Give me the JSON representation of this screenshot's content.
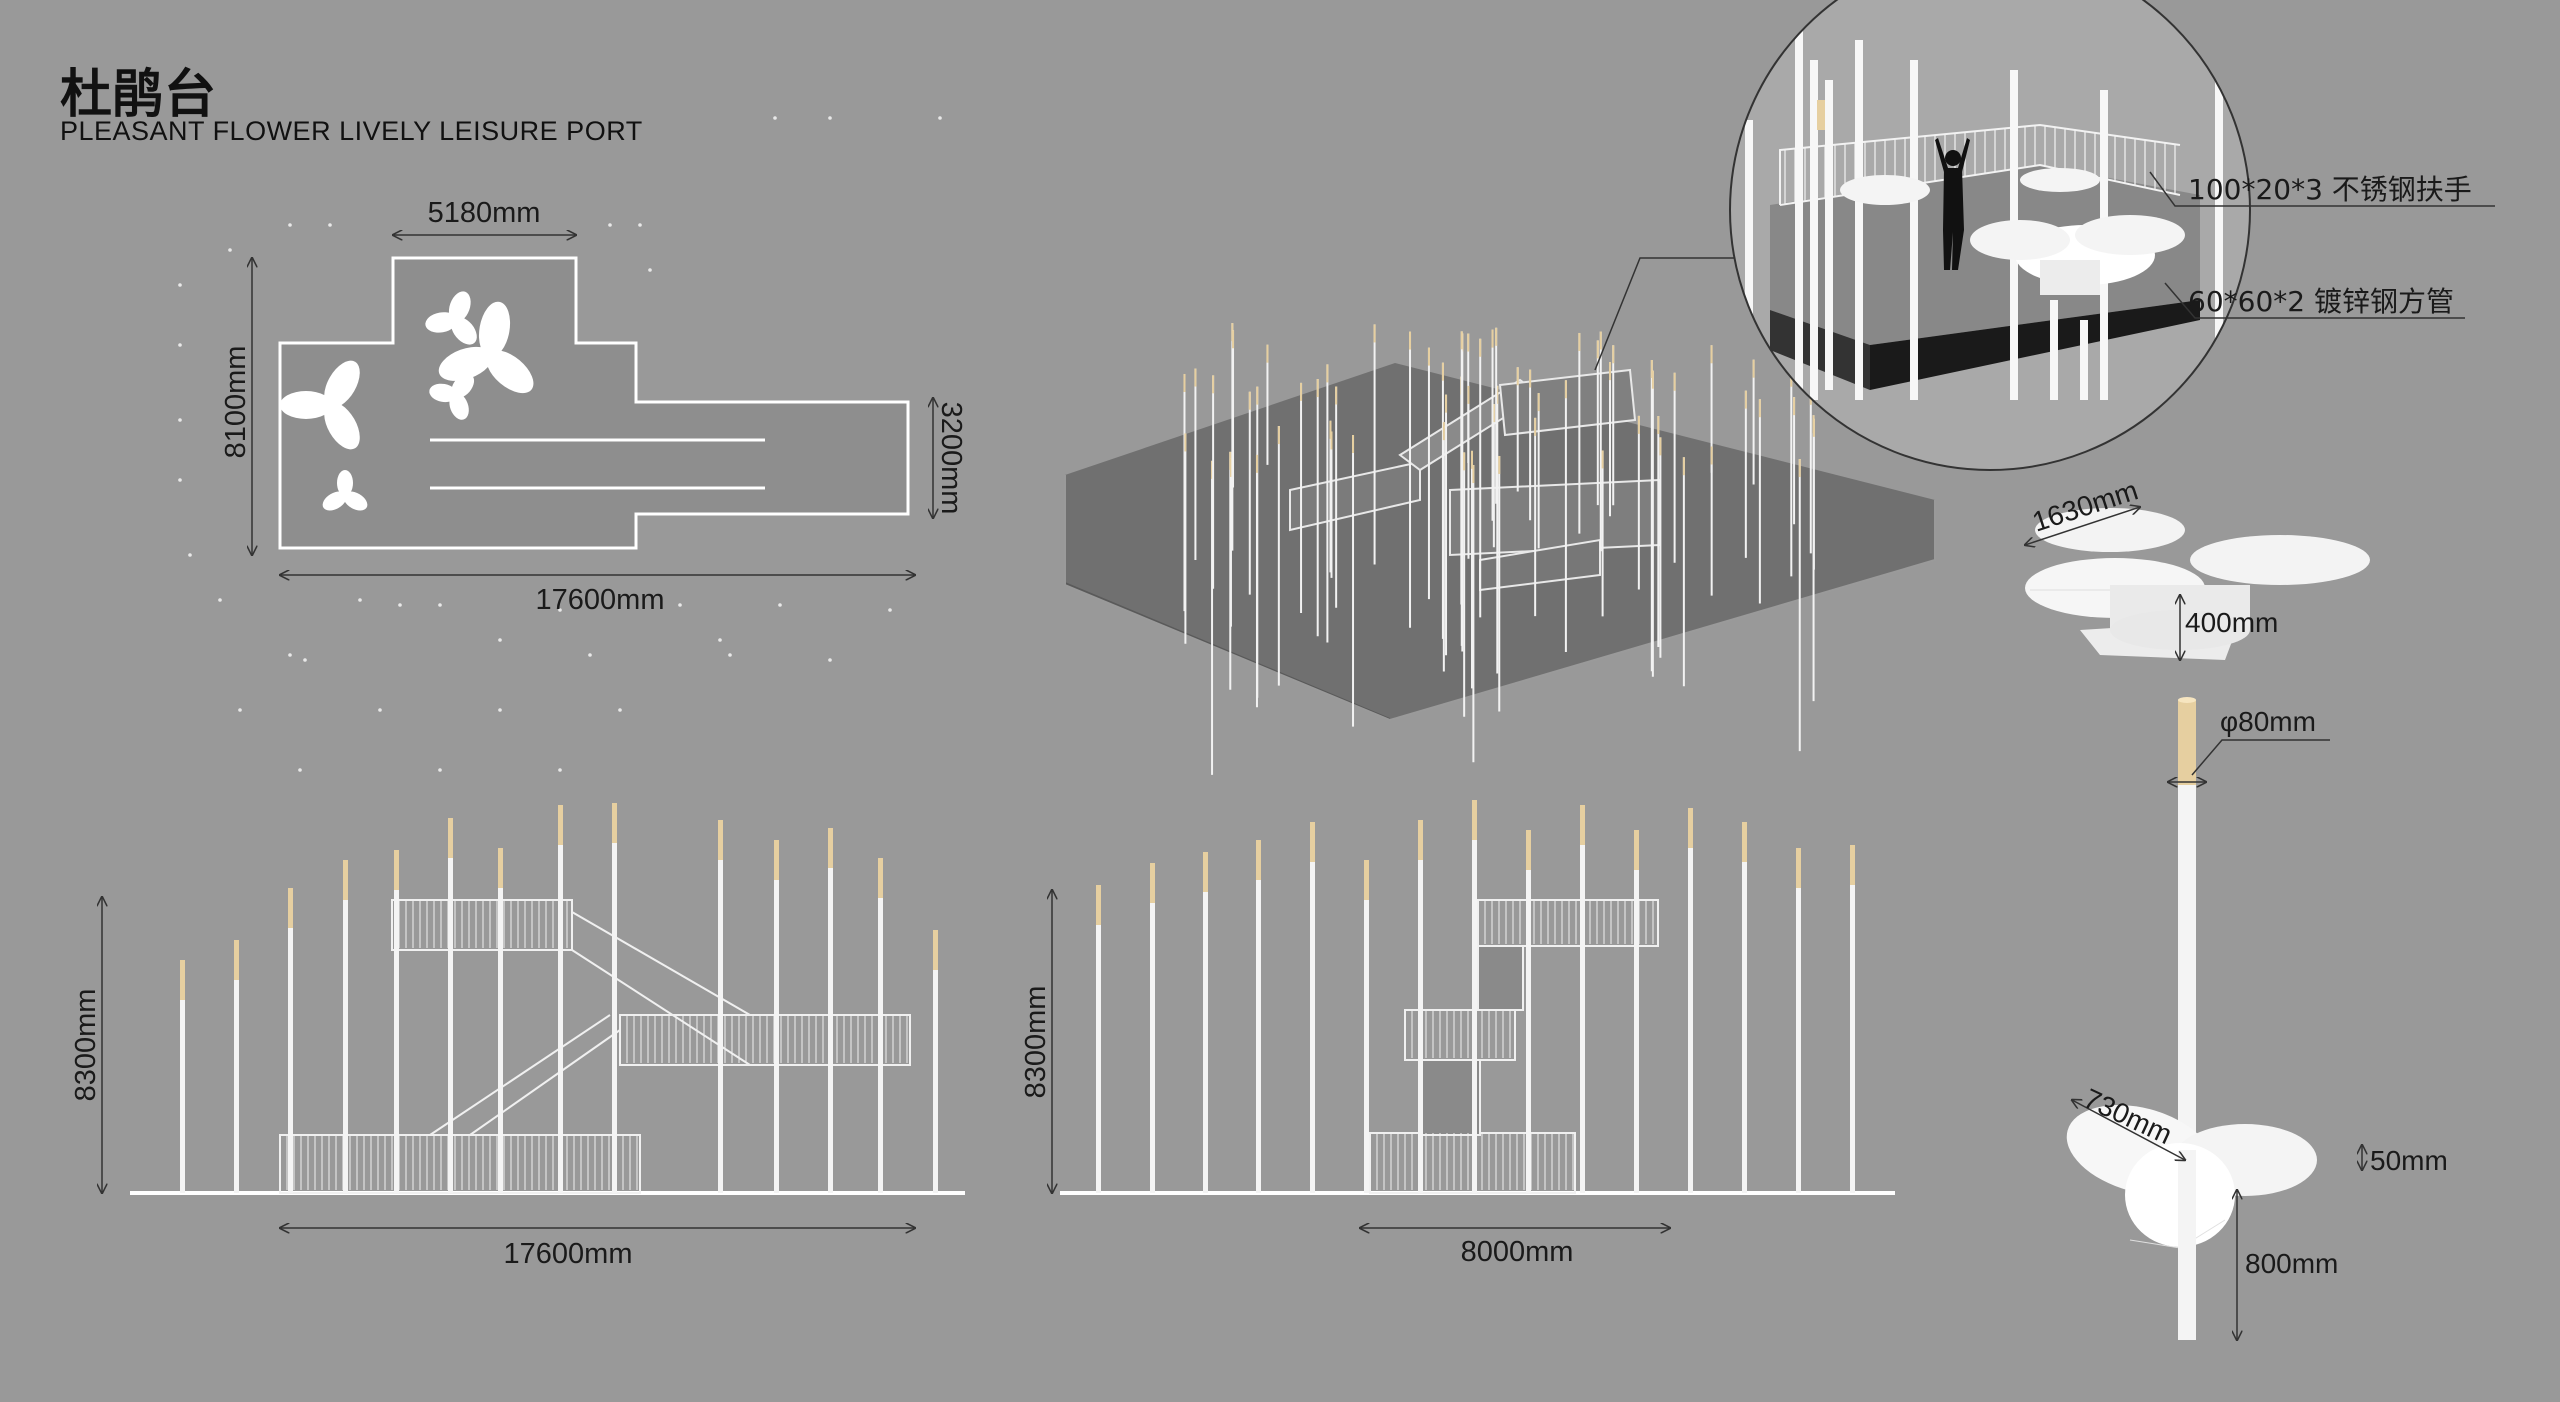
{
  "title": {
    "cn": "杜鹃台",
    "en": "PLEASANT FLOWER LIVELY LEISURE PORT"
  },
  "plan": {
    "dim_top": "5180mm",
    "dim_left": "8100mm",
    "dim_right": "3200mm",
    "dim_bottom": "17600mm"
  },
  "detail": {
    "handrail": "100*20*3 不锈钢扶手",
    "tube": "60*60*2 镀锌钢方管"
  },
  "table": {
    "width": "1630mm",
    "height": "400mm"
  },
  "elevation_front": {
    "height": "8300mm",
    "width": "17600mm"
  },
  "elevation_side": {
    "height": "8300mm",
    "width": "8000mm"
  },
  "pole": {
    "diameter": "φ80mm",
    "seat_width": "730mm",
    "seat_thickness": "50mm",
    "seat_height": "800mm"
  },
  "colors": {
    "background": "#999999",
    "line": "#ffffff",
    "text": "#111111",
    "pole_tip": "#e6cfa0"
  }
}
